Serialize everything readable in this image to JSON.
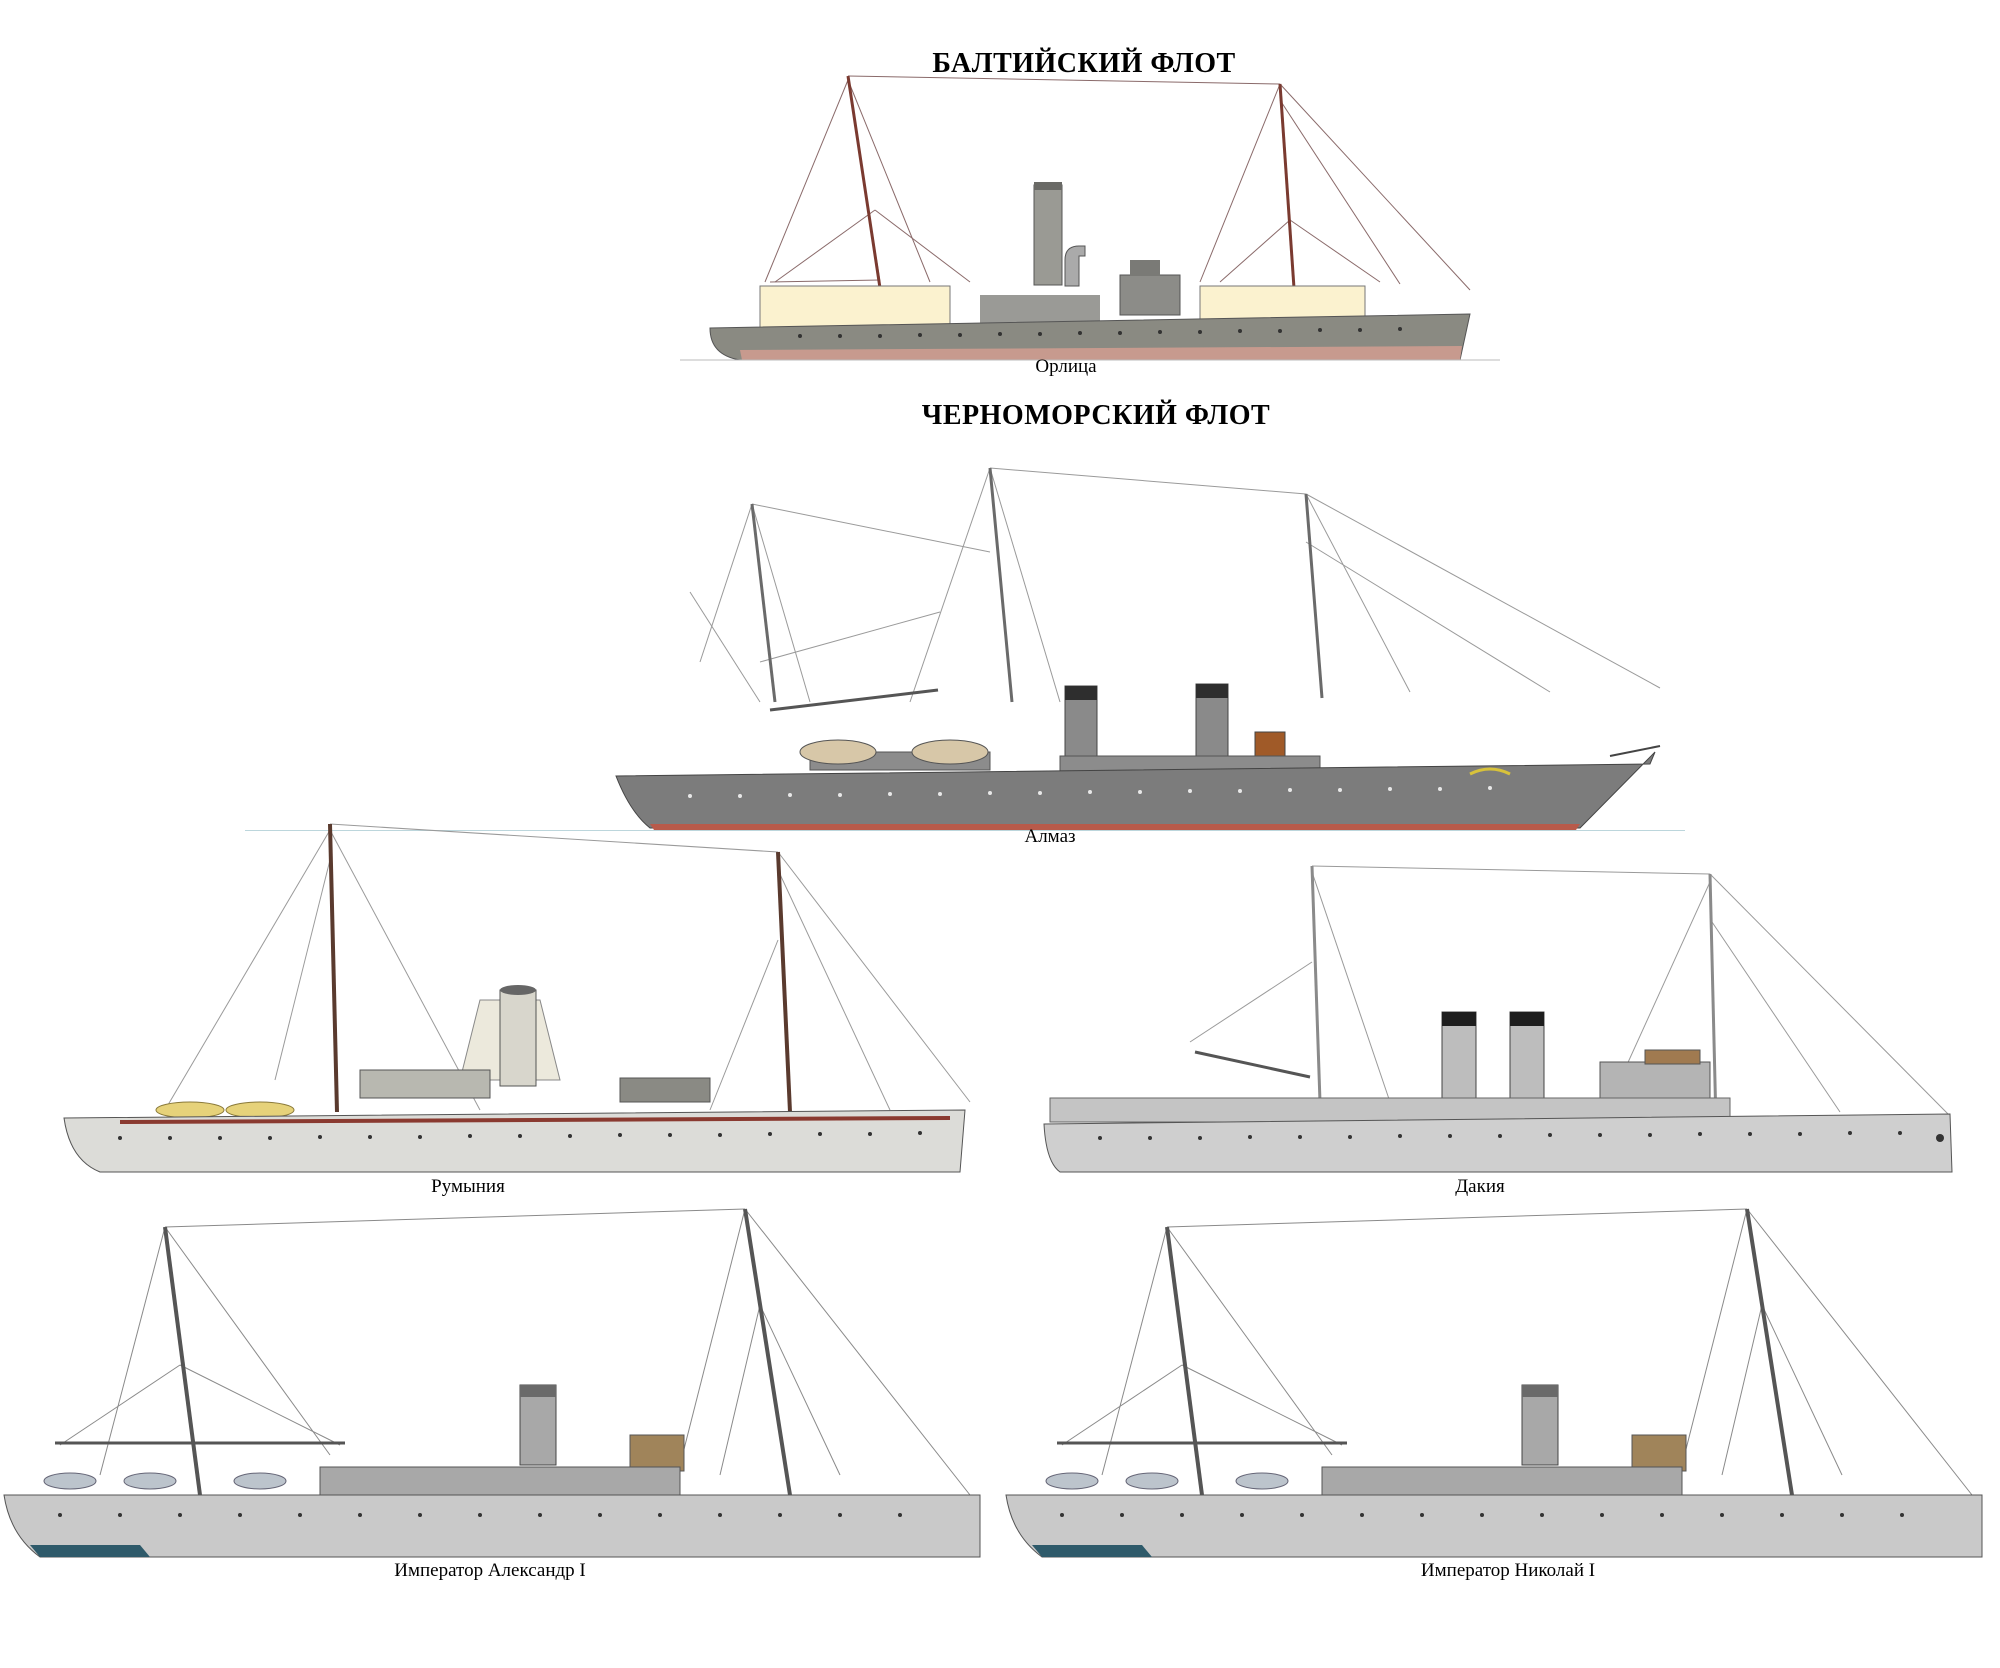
{
  "headings": {
    "baltic": "БАЛТИЙСКИЙ ФЛОТ",
    "black_sea": "ЧЕРНОМОРСКИЙ ФЛОТ"
  },
  "ships": {
    "orlitsa": {
      "name": "Орлица",
      "hull_color": "#8a8a82",
      "deck_color": "#fbf2cf",
      "boot_color": "#c79a8e"
    },
    "almaz": {
      "name": "Алмаз",
      "hull_color": "#7c7c7c",
      "funnel_color": "#3d3d3d"
    },
    "rumyniya": {
      "name": "Румыния",
      "hull_color": "#dcdcd8",
      "funnel_color": "#d8d6cc"
    },
    "dakiya": {
      "name": "Дакия",
      "hull_color": "#cfcfcf",
      "funnel_color": "#bdbdbd"
    },
    "imperator_aleksandr": {
      "name": "Император Александр I",
      "hull_color": "#c9c9c9",
      "funnel_color": "#a8a8a8"
    },
    "imperator_nikolai": {
      "name": "Император Николай I",
      "hull_color": "#c9c9c9",
      "funnel_color": "#a8a8a8"
    }
  }
}
